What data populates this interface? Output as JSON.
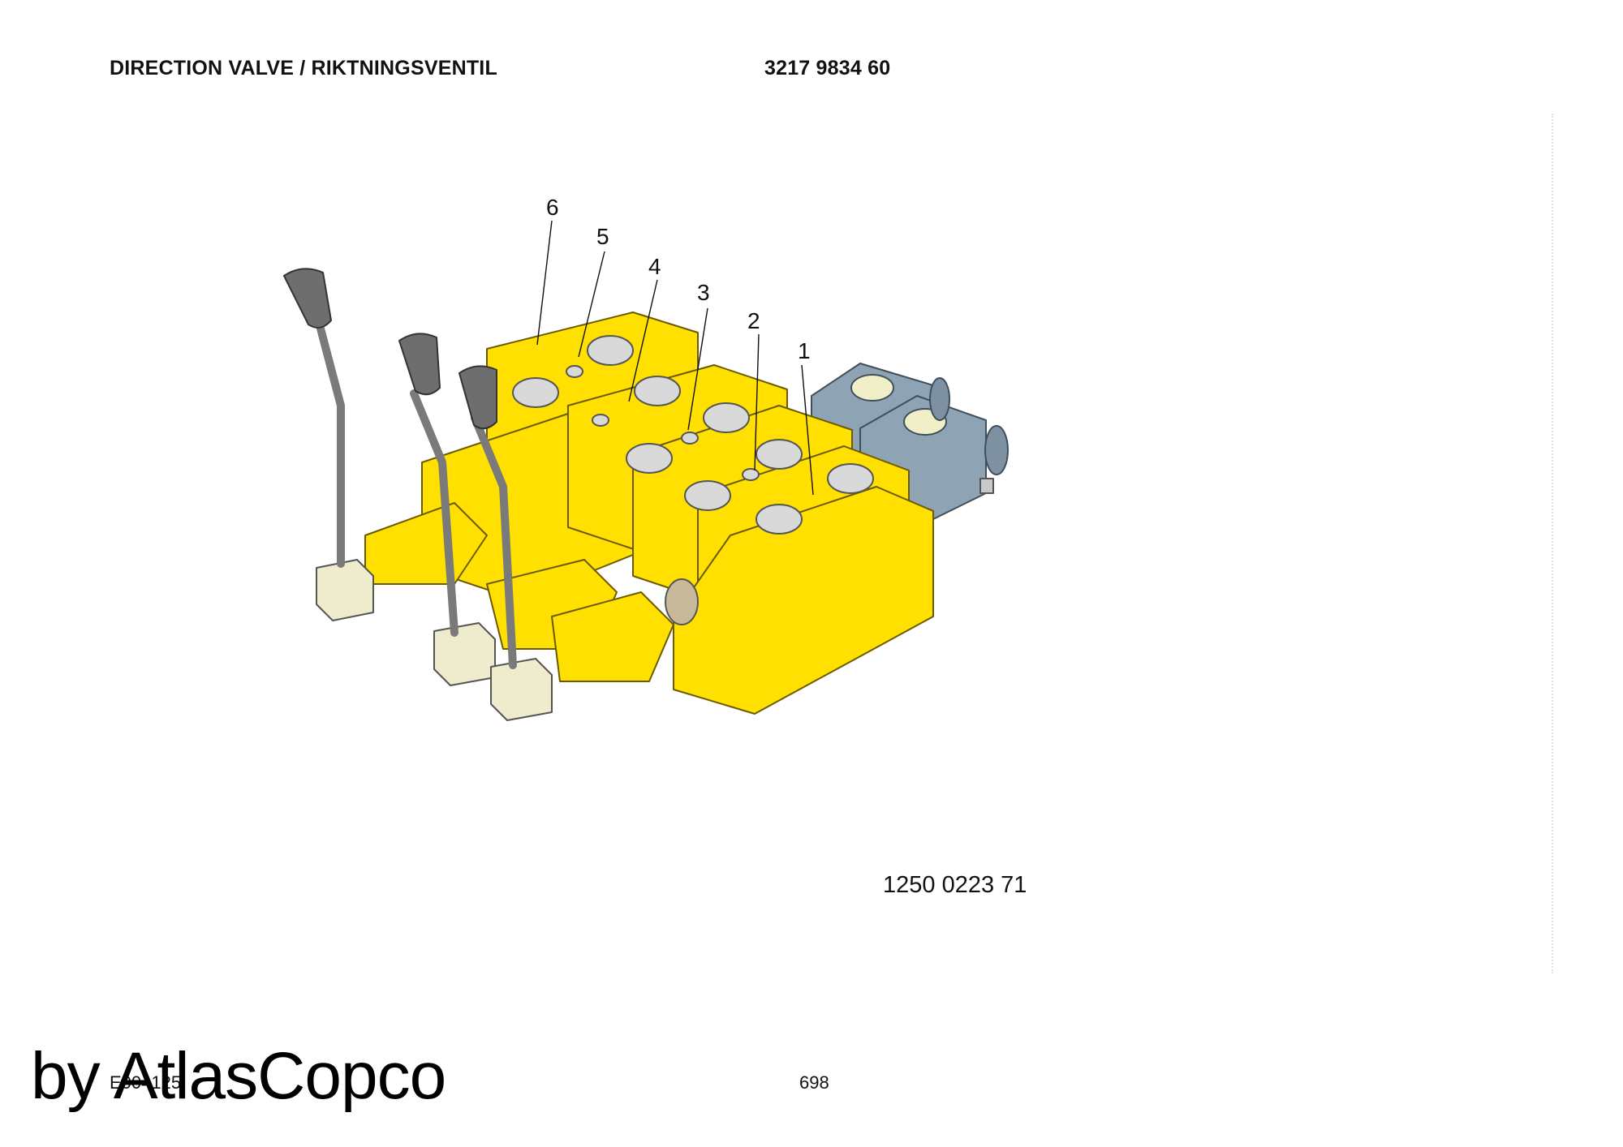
{
  "header": {
    "title": "DIRECTION VALVE / RIKTNINGSVENTIL",
    "part_number": "3217 9834 60"
  },
  "diagram": {
    "callouts": [
      "1",
      "2",
      "3",
      "4",
      "5",
      "6"
    ],
    "assembly_number": "1250 0223 71",
    "colors": {
      "valve_body": "#ffe000",
      "outline": "#6b5a00",
      "solenoid": "#8ea3b4",
      "knob": "#6e6e6e",
      "lever": "#c8c8c8",
      "bracket": "#efeccd",
      "port": "#d9d9d9"
    }
  },
  "footer": {
    "ref_code": "E004125",
    "page_number": "698",
    "watermark": "by AtlasCopco"
  }
}
